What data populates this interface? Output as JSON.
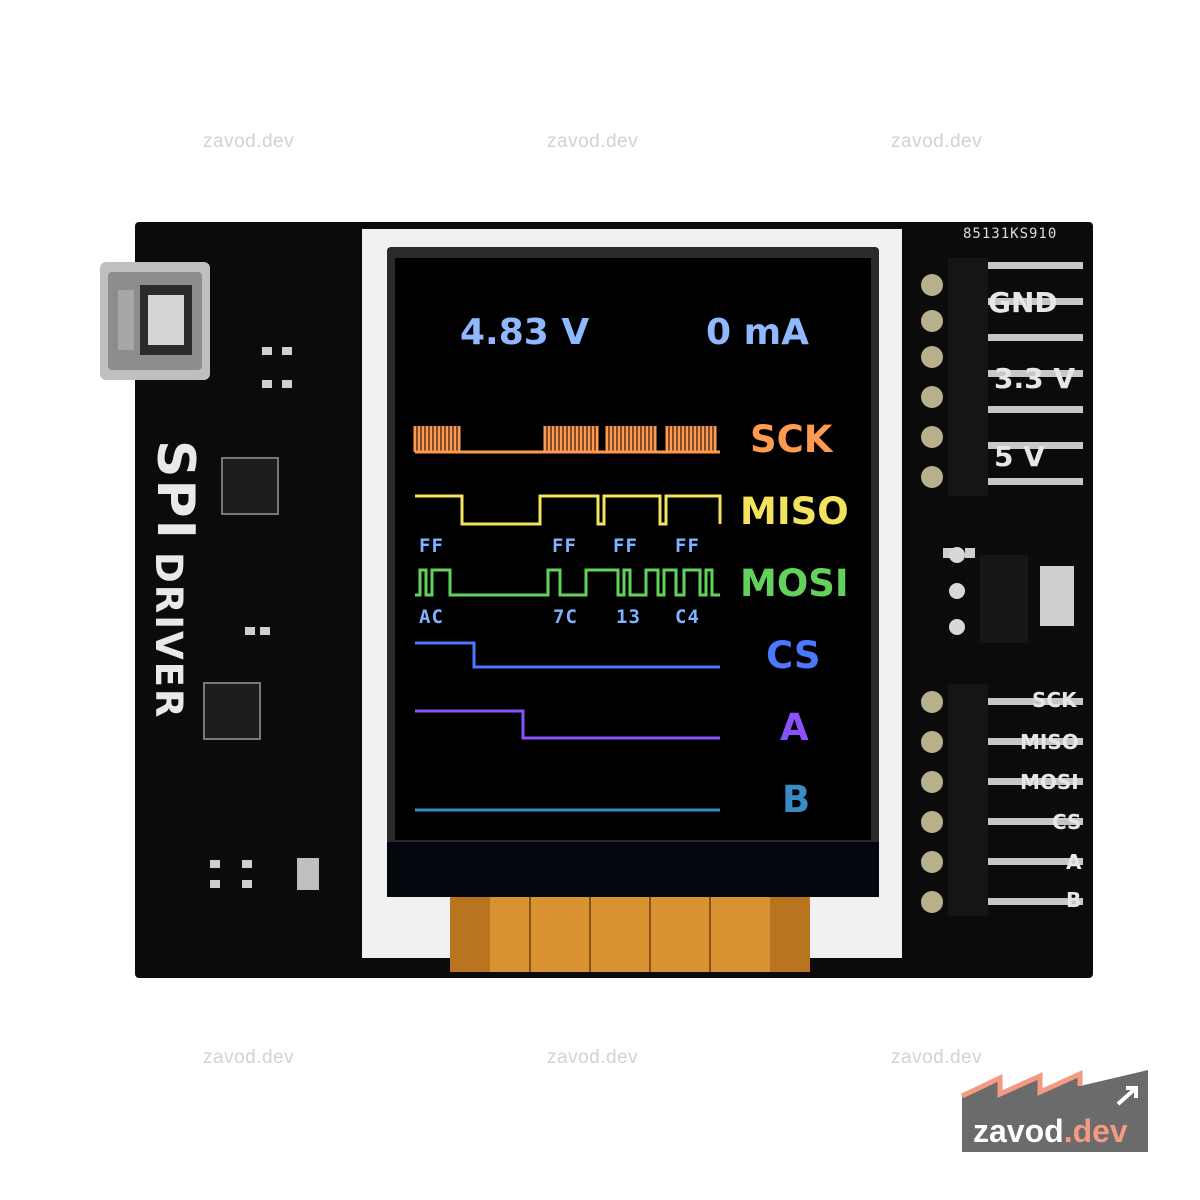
{
  "watermarks": [
    "zavod.dev",
    "zavod.dev",
    "zavod.dev",
    "zavod.dev",
    "zavod.dev",
    "zavod.dev"
  ],
  "board": {
    "part_code": "85131KS910",
    "silkscreen_title": "SPI",
    "silkscreen_subtitle": "DRIVER",
    "power_pins": [
      "GND",
      "3.3 V",
      "5 V"
    ],
    "signal_pins": [
      "SCK",
      "MISO",
      "MOSI",
      "CS",
      "A",
      "B"
    ]
  },
  "screen": {
    "voltage": "4.83 V",
    "current": "0 mA",
    "signals": [
      {
        "label": "SCK",
        "color": "#ff9a50"
      },
      {
        "label": "MISO",
        "color": "#f2e25c"
      },
      {
        "label": "MOSI",
        "color": "#63d25c"
      },
      {
        "label": "CS",
        "color": "#4c78ff"
      },
      {
        "label": "A",
        "color": "#8a52ff"
      },
      {
        "label": "B",
        "color": "#3a8cc8"
      }
    ],
    "miso_bytes": [
      "FF",
      "FF",
      "FF",
      "FF"
    ],
    "mosi_bytes": [
      "AC",
      "7C",
      "13",
      "C4"
    ]
  },
  "logo": {
    "brand": "zavod",
    "suffix": ".dev",
    "accent": "#f29a82",
    "bg": "#6b6b6b"
  }
}
